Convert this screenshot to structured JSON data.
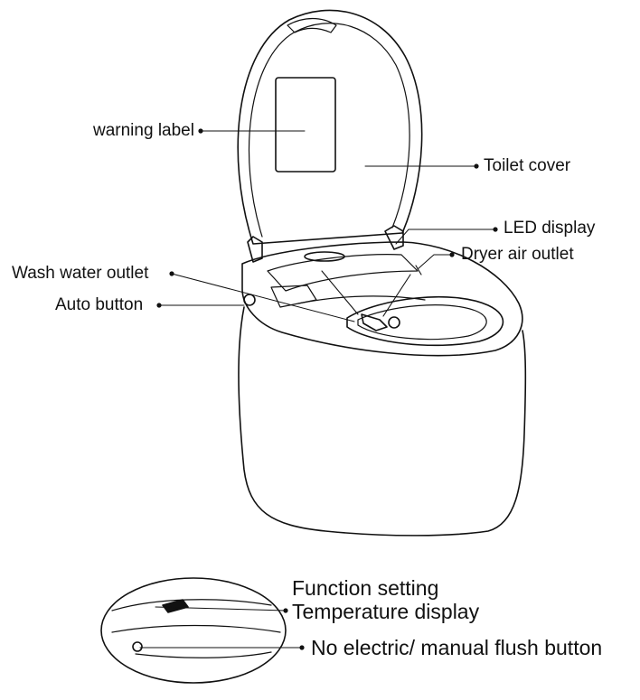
{
  "labels": {
    "warning_label": "warning label",
    "toilet_cover": "Toilet cover",
    "led_display": "LED display",
    "dryer_air_outlet": "Dryer air outlet",
    "wash_water_outlet": "Wash water outlet",
    "auto_button": "Auto button",
    "function_setting": "Function setting",
    "temperature_display": "Temperature display",
    "manual_flush_button": "No electric/ manual flush button"
  }
}
